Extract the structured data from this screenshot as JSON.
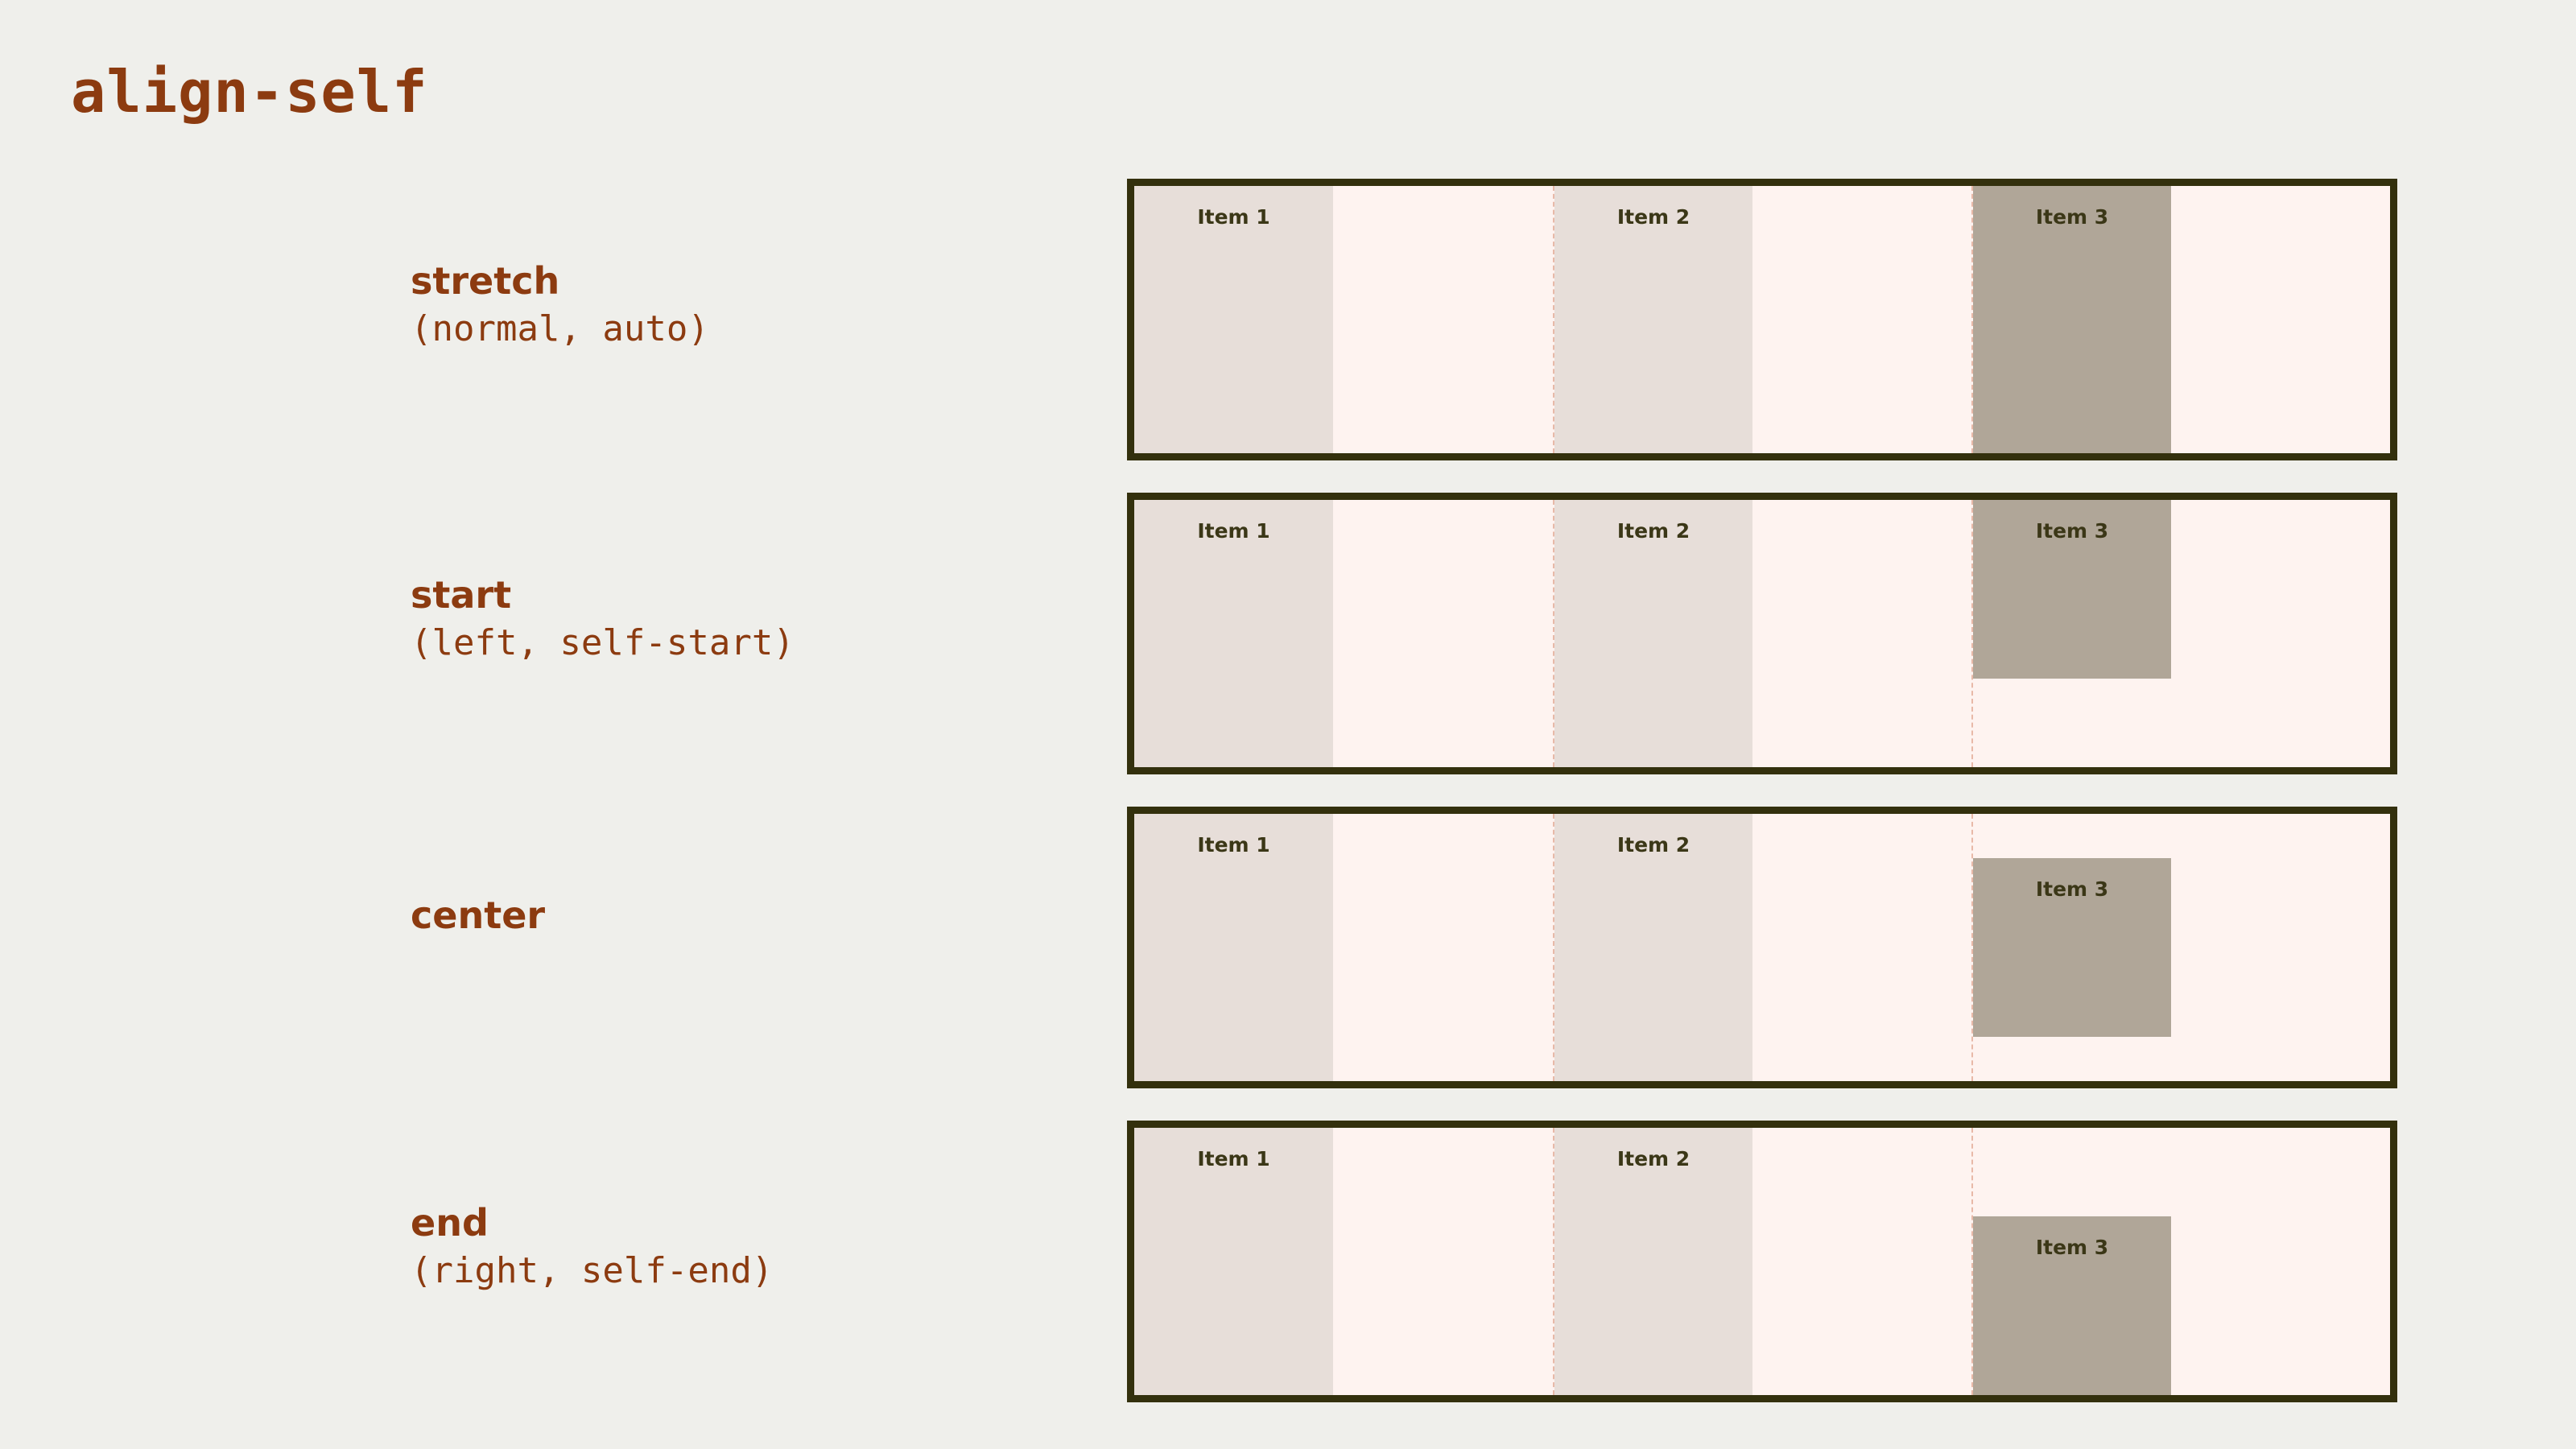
{
  "page": {
    "title": "align-self",
    "background_color": "#efefeb",
    "accent_color": "#8c3b10",
    "border_color": "#33300d",
    "container_bg": "#fef3f0",
    "item_bg": "#e7ded9",
    "item_highlight_bg": "#b0a698",
    "item_text_color": "#3b3717"
  },
  "rows": [
    {
      "keyword": "stretch",
      "aliases": "(normal, auto)",
      "items": [
        {
          "label": "Item 1",
          "highlight": false
        },
        {
          "label": "Item 2",
          "highlight": false
        },
        {
          "label": "Item 3",
          "highlight": true
        }
      ]
    },
    {
      "keyword": "start",
      "aliases": "(left, self-start)",
      "items": [
        {
          "label": "Item 1",
          "highlight": false
        },
        {
          "label": "Item 2",
          "highlight": false
        },
        {
          "label": "Item 3",
          "highlight": true
        }
      ]
    },
    {
      "keyword": "center",
      "aliases": "",
      "items": [
        {
          "label": "Item 1",
          "highlight": false
        },
        {
          "label": "Item 2",
          "highlight": false
        },
        {
          "label": "Item 3",
          "highlight": true
        }
      ]
    },
    {
      "keyword": "end",
      "aliases": "(right, self-end)",
      "items": [
        {
          "label": "Item 1",
          "highlight": false
        },
        {
          "label": "Item 2",
          "highlight": false
        },
        {
          "label": "Item 3",
          "highlight": true
        }
      ]
    }
  ]
}
